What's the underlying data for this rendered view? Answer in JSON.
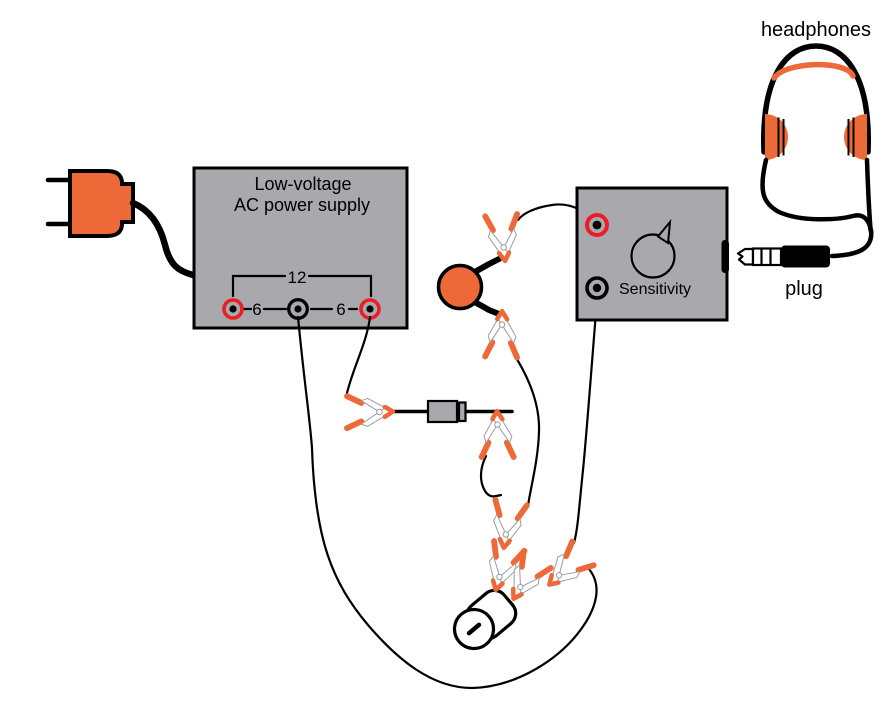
{
  "labels": {
    "headphones": "headphones",
    "plug": "plug",
    "power_supply_line1": "Low-voltage",
    "power_supply_line2": "AC power supply",
    "sensitivity": "Sensitivity",
    "winding_12": "12",
    "winding_6_left": "6",
    "winding_6_right": "6"
  },
  "colors": {
    "orange": "#ED6A38",
    "gray": "#A9A9AD",
    "red": "#EB1D25",
    "black": "#000000",
    "clipline": "#9B9B9B",
    "bg": "#FFFFFF"
  }
}
